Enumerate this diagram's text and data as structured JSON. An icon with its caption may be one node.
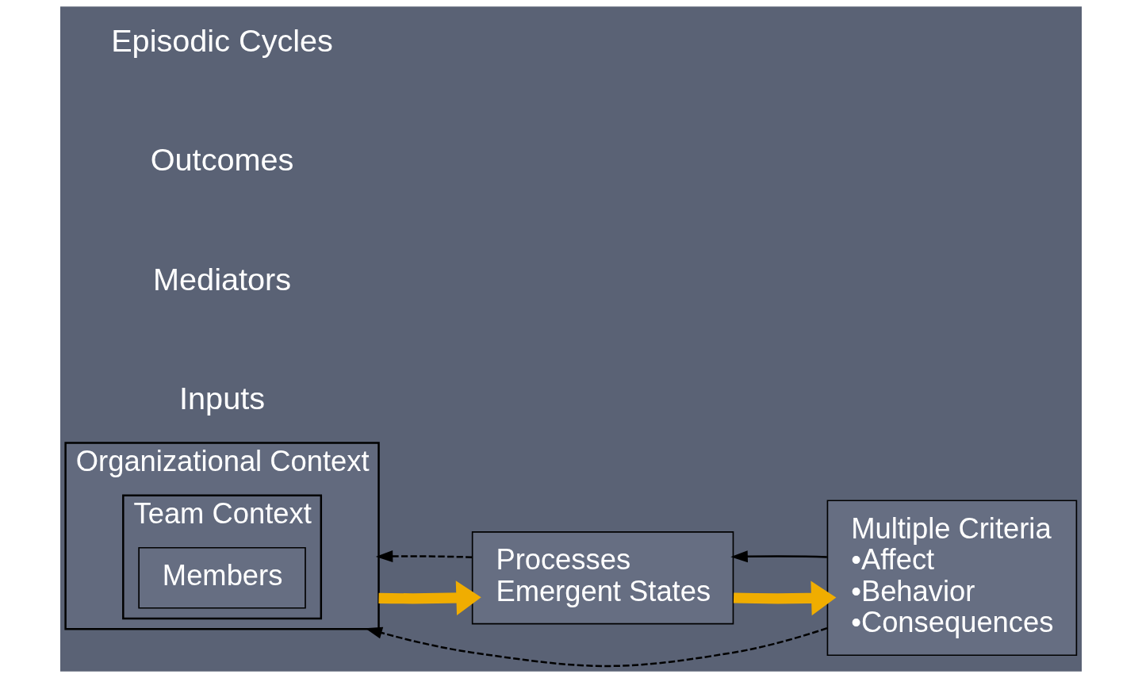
{
  "diagram": {
    "nodes": [
      {
        "text": [
          "Organizational Context"
        ]
      },
      {
        "text": [
          "Team Context"
        ],
        "in": 0
      },
      {
        "text": [
          "Members"
        ],
        "in": 1
      },
      {
        "text": [
          "Processes",
          "Emergent States"
        ]
      },
      {
        "text": [
          "Multiple Criteria",
          "•Affect",
          "•Behavior",
          "•Consequences"
        ]
      }
    ],
    "edges": [
      {
        "from": 0,
        "to": 3,
        "arrow": "to",
        "style": "thick",
        "color": "#f0ad00"
      },
      {
        "from": 3,
        "to": 4,
        "arrow": "to",
        "style": "thick",
        "color": "#f0ad00"
      },
      {
        "from": 3,
        "to": 0,
        "arrow": "to",
        "style": "dashed"
      },
      {
        "from": 4,
        "to": 3,
        "arrow": "to"
      },
      {
        "from": 4,
        "to": 0,
        "arrow": "to",
        "style": "dashed"
      }
    ],
    "labels": [
      "Inputs",
      "Mediators",
      "Outcomes",
      "Episodic Cycles"
    ]
  }
}
